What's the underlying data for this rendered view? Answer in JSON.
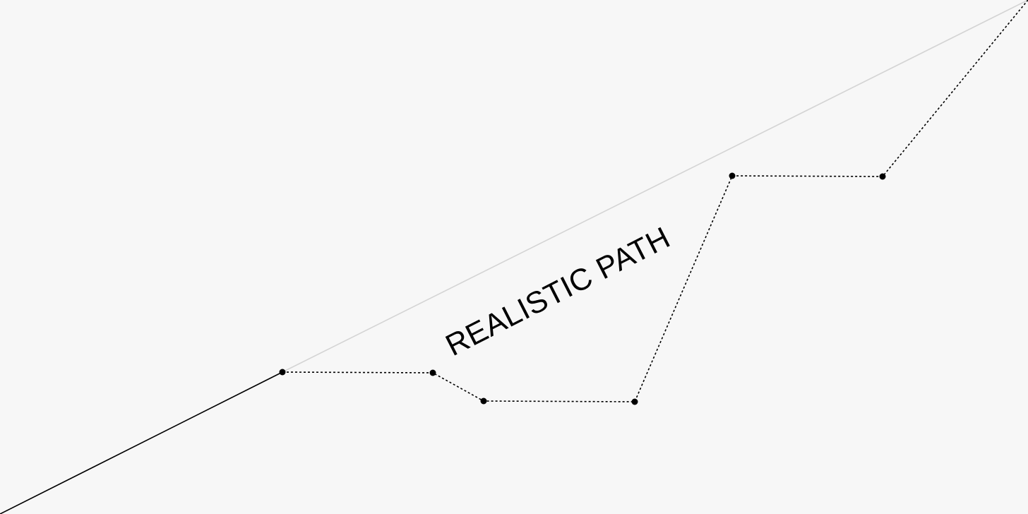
{
  "diagram": {
    "label": "REALISTIC PATH",
    "colors": {
      "background": "#f7f7f7",
      "solid_line": "#000000",
      "ideal_line": "#d4d4d4",
      "dotted_path": "#000000",
      "nodes": "#000000"
    },
    "line_styles": {
      "solid_line": "solid",
      "ideal_line": "solid",
      "realistic_path": "dotted"
    }
  }
}
